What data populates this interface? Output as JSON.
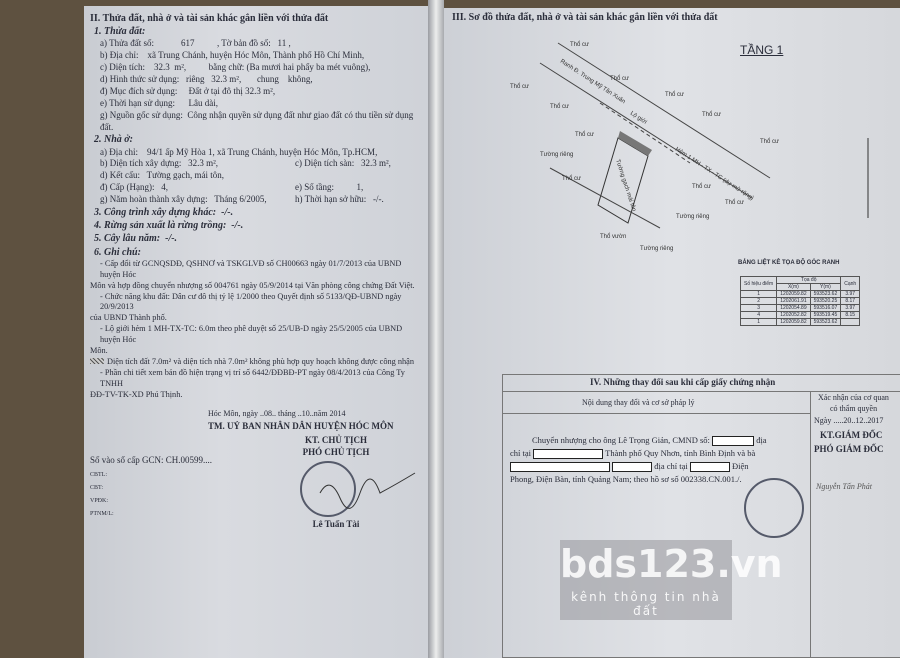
{
  "left": {
    "heading": "II. Thửa đất, nhà ở và tài sản khác gắn liền với thửa đất",
    "s1": "1. Thửa đất:",
    "land": [
      "a) Thửa đất số:            617          , Tờ bản đồ số:   11 ,",
      "b) Địa chỉ:    xã Trung Chánh, huyện Hóc Môn, Thành phố Hồ Chí Minh,",
      "c) Diện tích:    32.3  m²,          bằng chữ: (Ba mươi hai phẩy ba mét vuông),",
      "d) Hình thức sử dụng:   riêng   32.3 m²,       chung    không,",
      "đ) Mục đích sử dụng:     Đất ở tại đô thị 32.3 m²,",
      "e) Thời hạn sử dụng:      Lâu dài,",
      "g) Nguồn gốc sử dụng:  Công nhận quyền sử dụng đất như giao đất có thu tiền sử dụng đất."
    ],
    "s2": "2. Nhà ở:",
    "house": [
      "a) Địa chỉ:    94/1 ấp Mỹ Hòa 1, xã Trung Chánh, huyện Hóc Môn, Tp.HCM,",
      "b) Diện tích xây dựng:   32.3 m²,",
      "c) Diện tích sàn:   32.3 m²,",
      "d) Kết cấu:   Tường gạch, mái tôn,",
      "đ) Cấp (Hạng):   4,",
      "e) Số tầng:          1,",
      "g) Năm hoàn thành xây dựng:   Tháng 6/2005,",
      "h) Thời hạn sở hữu:   -/-."
    ],
    "s3": "3. Công trình xây dựng khác:  -/-.",
    "s4": "4. Rừng sản xuất là rừng trồng:  -/-.",
    "s5": "5. Cây lâu năm:  -/-.",
    "s6": "6. Ghi chú:",
    "notes": [
      "- Cấp đổi từ GCNQSDĐ, QSHNƠ và TSKGLVĐ số CH00663 ngày 01/7/2013 của UBND huyện Hóc",
      "Môn và hợp đồng chuyển nhượng số 004761 ngày 05/9/2014 tại Văn phòng công chứng Đất Việt.",
      "- Chức năng khu đất: Dân cư đô thị tỷ lệ 1/2000 theo Quyết định số 5133/QĐ-UBND ngày 20/9/2013",
      "của UBND Thành phố.",
      "- Lộ giới hẻm 1 MH-TX-TC: 6.0m theo phê duyệt số 25/UB-D ngày 25/5/2005 của UBND huyện Hóc",
      "Môn.",
      "Diện tích đất 7.0m² và diện tích nhà 7.0m² không phù hợp quy hoạch không được công nhận",
      "- Phần chi tiết xem bản đồ hiện trạng vị trí số 6442/ĐĐBĐ-PT ngày 08/4/2013 của Công Ty TNHH",
      "ĐĐ-TV-TK-XD Phú Thịnh."
    ],
    "date": "Hóc Môn, ngày ..08.. tháng ..10..năm 2014",
    "sign1": "TM. UỶ BAN NHÂN DÂN HUYỆN HÓC MÔN",
    "sign2": "KT. CHỦ TỊCH",
    "sign3": "PHÓ CHỦ TỊCH",
    "signer": "Lê Tuấn Tài",
    "register": "Số vào sổ cấp GCN: CH.00599....",
    "codes": [
      "CBTL:",
      "CBT:",
      "VPĐK:",
      "PTNM/L:"
    ]
  },
  "right": {
    "heading": "III. Sơ đồ thửa đất, nhà ở và tài sản khác gắn liền với thửa đất",
    "floor": "TẦNG 1",
    "map_labels": {
      "tho_cu": "Thổ cư",
      "tho_vuon": "Thổ vườn",
      "tuong_rieng": "Tường riêng",
      "road1": "Hẻm 1 MH - TX - TC (dự mở rộng)",
      "road2": "Ranh Đ. Trung Mỹ Tân Xuân",
      "lo_gioi": "Lộ giới",
      "structure": "Tường gạch mái tôn"
    },
    "table": {
      "title": "BẢNG LIỆT KÊ TỌA ĐỘ GÓC RANH",
      "headers": {
        "point": "Số hiệu điểm",
        "coord": "Tọa độ",
        "x": "X(m)",
        "y": "Y(m)",
        "edge": "Cạnh"
      },
      "rows": [
        {
          "p": "1",
          "x": "1202059.82",
          "y": "593523.62",
          "e": "3.97"
        },
        {
          "p": "2",
          "x": "1202061.91",
          "y": "593520.25",
          "e": "8.17"
        },
        {
          "p": "3",
          "x": "1202054.89",
          "y": "593516.07",
          "e": "3.97"
        },
        {
          "p": "4",
          "x": "1202052.82",
          "y": "593519.45",
          "e": "8.15"
        },
        {
          "p": "1",
          "x": "1202059.82",
          "y": "593523.62",
          "e": ""
        }
      ]
    },
    "changes": {
      "title": "IV. Những thay đổi sau khi cấp giấy chứng nhận",
      "col1": "Nội dung thay đổi và cơ sở pháp lý",
      "col2a": "Xác nhận của cơ quan",
      "col2b": "có thẩm quyền",
      "date": "Ngày .....20..12..2017",
      "pos1": "KT.GIÁM ĐỐC",
      "pos2": "PHÓ GIÁM ĐỐC",
      "signer": "Nguyễn Tấn Phát",
      "l1": "Chuyển nhượng cho ông Lê Trọng Giản, CMND số:",
      "l1b": "địa",
      "l2a": "chỉ tại",
      "l2b": "Thành phố Quy Nhơn, tỉnh Bình Định và bà",
      "l3": "địa chỉ tại",
      "l3b": "Điện",
      "l4": "Phong, Điện Bàn, tỉnh Quảng Nam; theo hồ sơ số 002338.CN.001./."
    }
  },
  "watermark": {
    "brand": "bds123.vn",
    "tagline": "kênh thông tin nhà đất"
  }
}
